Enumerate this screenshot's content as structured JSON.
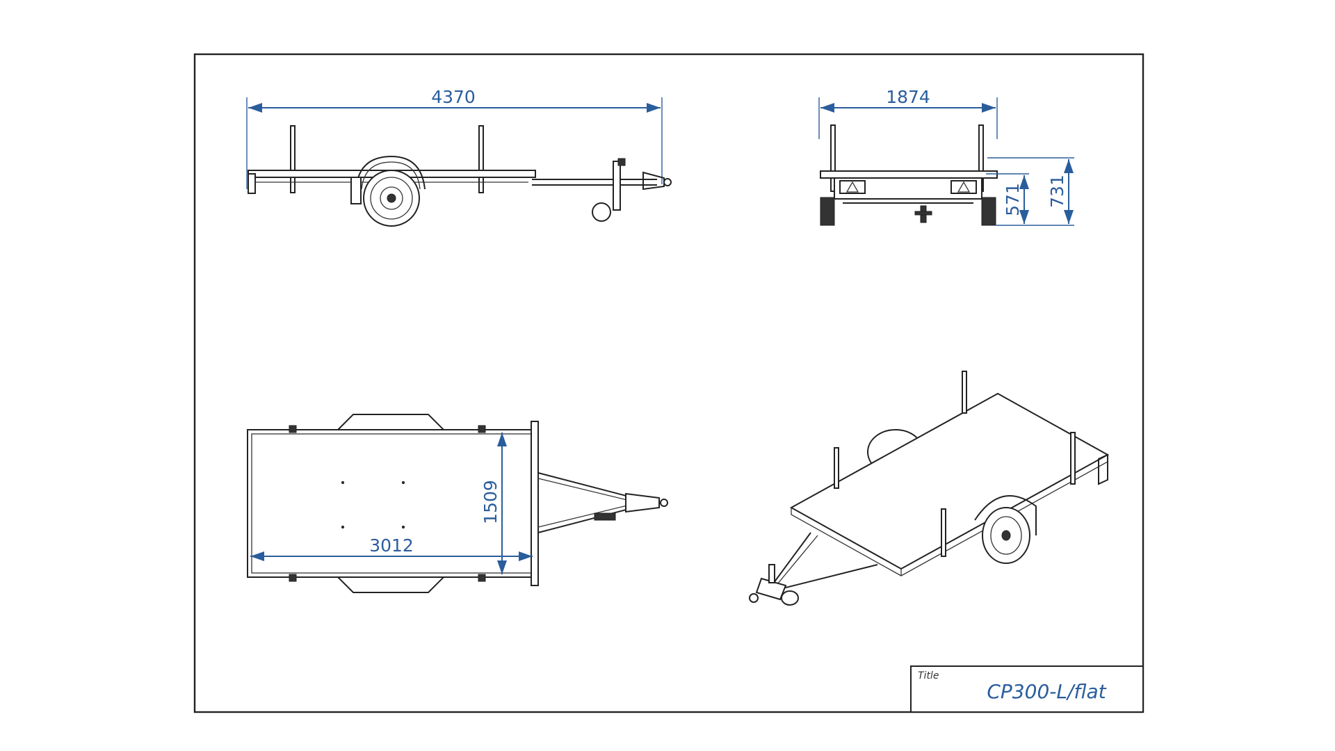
{
  "drawing": {
    "dimensions": {
      "side_length": "4370",
      "rear_width": "1874",
      "rear_height_lower": "571",
      "rear_height_upper": "731",
      "deck_width": "1509",
      "deck_length": "3012"
    },
    "title_block": {
      "label": "Title",
      "value": "CP300-L/flat"
    },
    "colors": {
      "dimension": "#2a5d9c",
      "line": "#222222",
      "background": "#ffffff"
    }
  }
}
